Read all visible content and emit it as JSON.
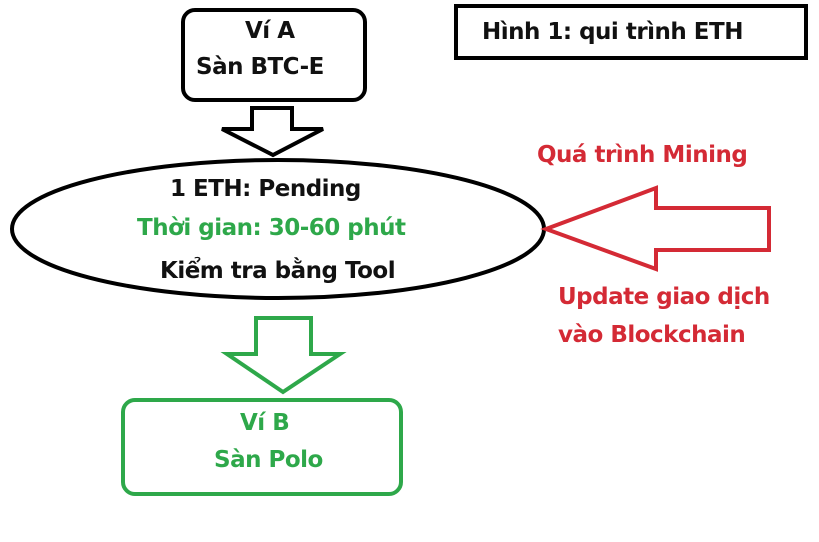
{
  "colors": {
    "black": "#000000",
    "green": "#2ea84a",
    "red": "#d42a35"
  },
  "title": "Hình 1: qui trình ETH",
  "source_node": {
    "line1": "Ví A",
    "line2": "Sàn BTC-E"
  },
  "process_node": {
    "line1": "1 ETH: Pending",
    "line2": "Thời gian: 30-60 phút",
    "line3": "Kiểm tra bằng Tool"
  },
  "target_node": {
    "line1": "Ví B",
    "line2": "Sàn Polo"
  },
  "mining": {
    "label_top": "Quá trình Mining",
    "label_bottom_line1": "Update giao dịch",
    "label_bottom_line2": "vào Blockchain"
  },
  "arrows": [
    {
      "from": "source_node",
      "to": "process_node",
      "color": "black",
      "direction": "down"
    },
    {
      "from": "process_node",
      "to": "target_node",
      "color": "green",
      "direction": "down"
    },
    {
      "from": "mining",
      "to": "process_node",
      "color": "red",
      "direction": "left"
    }
  ]
}
